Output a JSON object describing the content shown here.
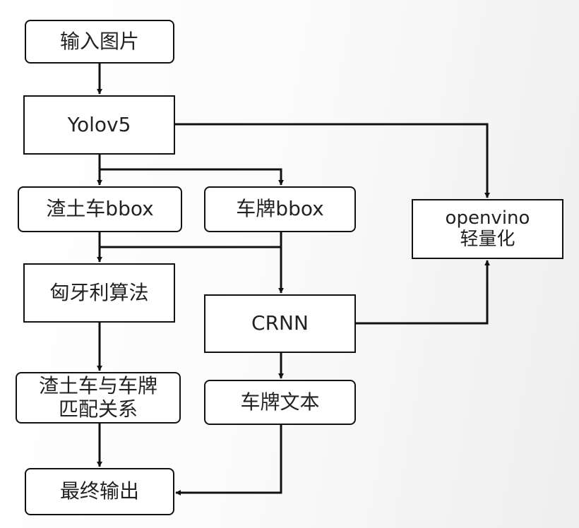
{
  "nodes": {
    "input": "输入图片",
    "yolo": "Yolov5",
    "truck_bbox": "渣土车bbox",
    "plate_bbox": "车牌bbox",
    "openvino": "openvino\n轻量化",
    "hook": "匈牙利算法",
    "crnn": "CRNN",
    "match": "渣土车与车牌\n匹配关系",
    "plate_text": "车牌文本",
    "output": "最终输出"
  },
  "colors": {
    "line": "#111111",
    "box_fill": "#ffffff",
    "text": "#222222"
  }
}
